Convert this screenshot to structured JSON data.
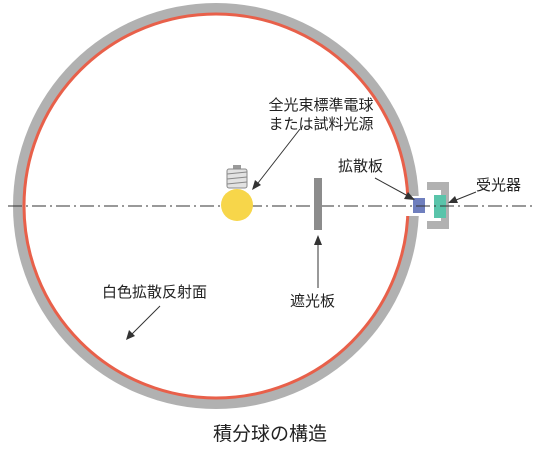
{
  "labels": {
    "lamp_line1": "全光束標準電球",
    "lamp_line2": "または試料光源",
    "diffuser": "拡散板",
    "detector": "受光器",
    "shield": "遮光板",
    "coating": "白色拡散反射面"
  },
  "caption": "積分球の構造",
  "colors": {
    "sphere_shell": "#b1b1b1",
    "inner_coating": "#e8604a",
    "lamp_bulb": "#f7d64a",
    "shield": "#8c8c8c",
    "diffuser": "#6f7fbe",
    "detector": "#59c4aa",
    "port_housing": "#b1b1b1"
  }
}
